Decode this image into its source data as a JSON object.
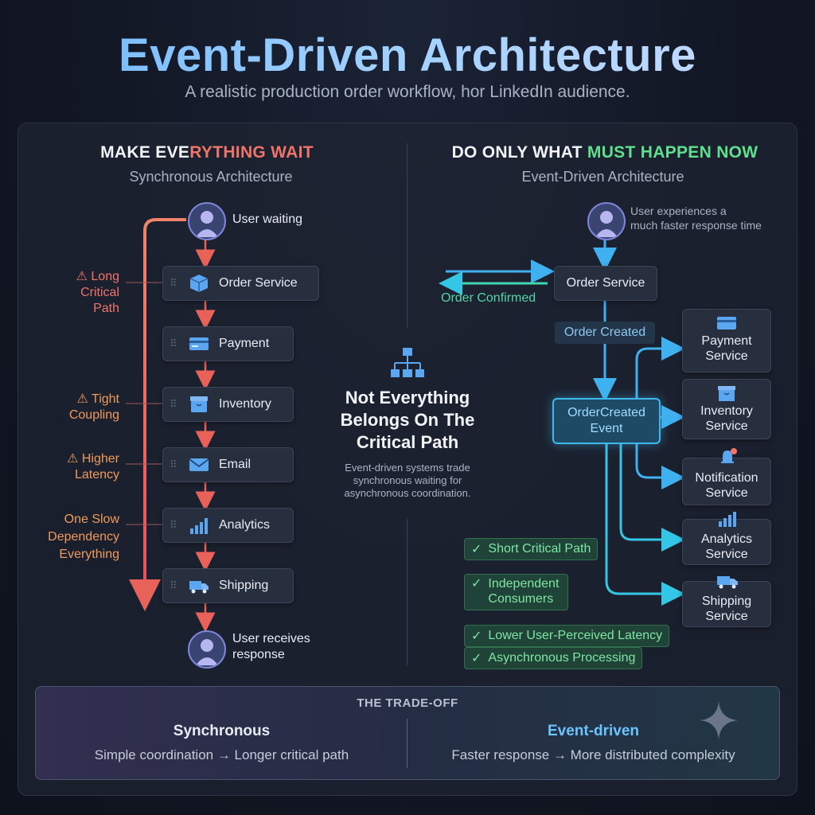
{
  "header": {
    "title": "Event-Driven Architecture",
    "subtitle": "A realistic production order workflow, hor LinkedIn audience."
  },
  "left": {
    "title_white": "MAKE EVE",
    "title_red": "RYTHING WAIT",
    "subtitle": "Synchronous Architecture",
    "user_top": "User waiting",
    "user_bottom_1": "User receives",
    "user_bottom_2": "response",
    "steps": [
      "Order Service",
      "Payment",
      "Inventory",
      "Email",
      "Analytics",
      "Shipping"
    ],
    "tags": {
      "long_1": "⚠ Long",
      "long_2": "Critical",
      "long_3": "Path",
      "tight_1": "⚠ Tight",
      "tight_2": "Coupling",
      "higher_1": "⚠ Higher",
      "higher_2": "Latency",
      "slow_1": "One Slow",
      "slow_2": "Dependency",
      "slow_3": "Everything"
    }
  },
  "middle": {
    "title_1": "Not Everything",
    "title_2": "Belongs On The",
    "title_3": "Critical Path",
    "text_1": "Event-driven systems trade",
    "text_2": "synchronous waiting for",
    "text_3": "asynchronous coordination."
  },
  "right": {
    "title_white": "DO ONLY WHAT ",
    "title_green": "MUST HAPPEN NOW",
    "subtitle": "Event-Driven Architecture",
    "user_1": "User experiences a",
    "user_2": "much faster response time",
    "order_service": "Order Service",
    "order_confirmed": "Order Confirmed",
    "order_created": "Order Created",
    "event_1": "OrderCreated",
    "event_2": "Event",
    "consumers": [
      {
        "l1": "Payment",
        "l2": "Service"
      },
      {
        "l1": "Inventory",
        "l2": "Service"
      },
      {
        "l1": "Notification",
        "l2": "Service"
      },
      {
        "l1": "Analytics",
        "l2": "Service"
      },
      {
        "l1": "Shipping",
        "l2": "Service"
      }
    ],
    "benefits": {
      "short": "Short Critical Path",
      "indep_1": "Independent",
      "indep_2": "Consumers",
      "lower": "Lower User-Perceived Latency",
      "async": "Asynchronous Processing"
    }
  },
  "tradeoff": {
    "title": "THE TRADE-OFF",
    "sync_head": "Synchronous",
    "sync_body": "Simple coordination → Longer critical path",
    "event_head": "Event-driven",
    "event_body": "Faster response → More distributed complexity"
  },
  "colors": {
    "sync_accent": "#f07469",
    "event_accent": "#3fb8ef",
    "benefit_green": "#5fe08d"
  },
  "icons": [
    "user-icon",
    "package-icon",
    "card-icon",
    "inventory-icon",
    "mail-icon",
    "analytics-icon",
    "truck-icon",
    "bell-icon",
    "org-chart-icon",
    "sparkle-icon"
  ]
}
